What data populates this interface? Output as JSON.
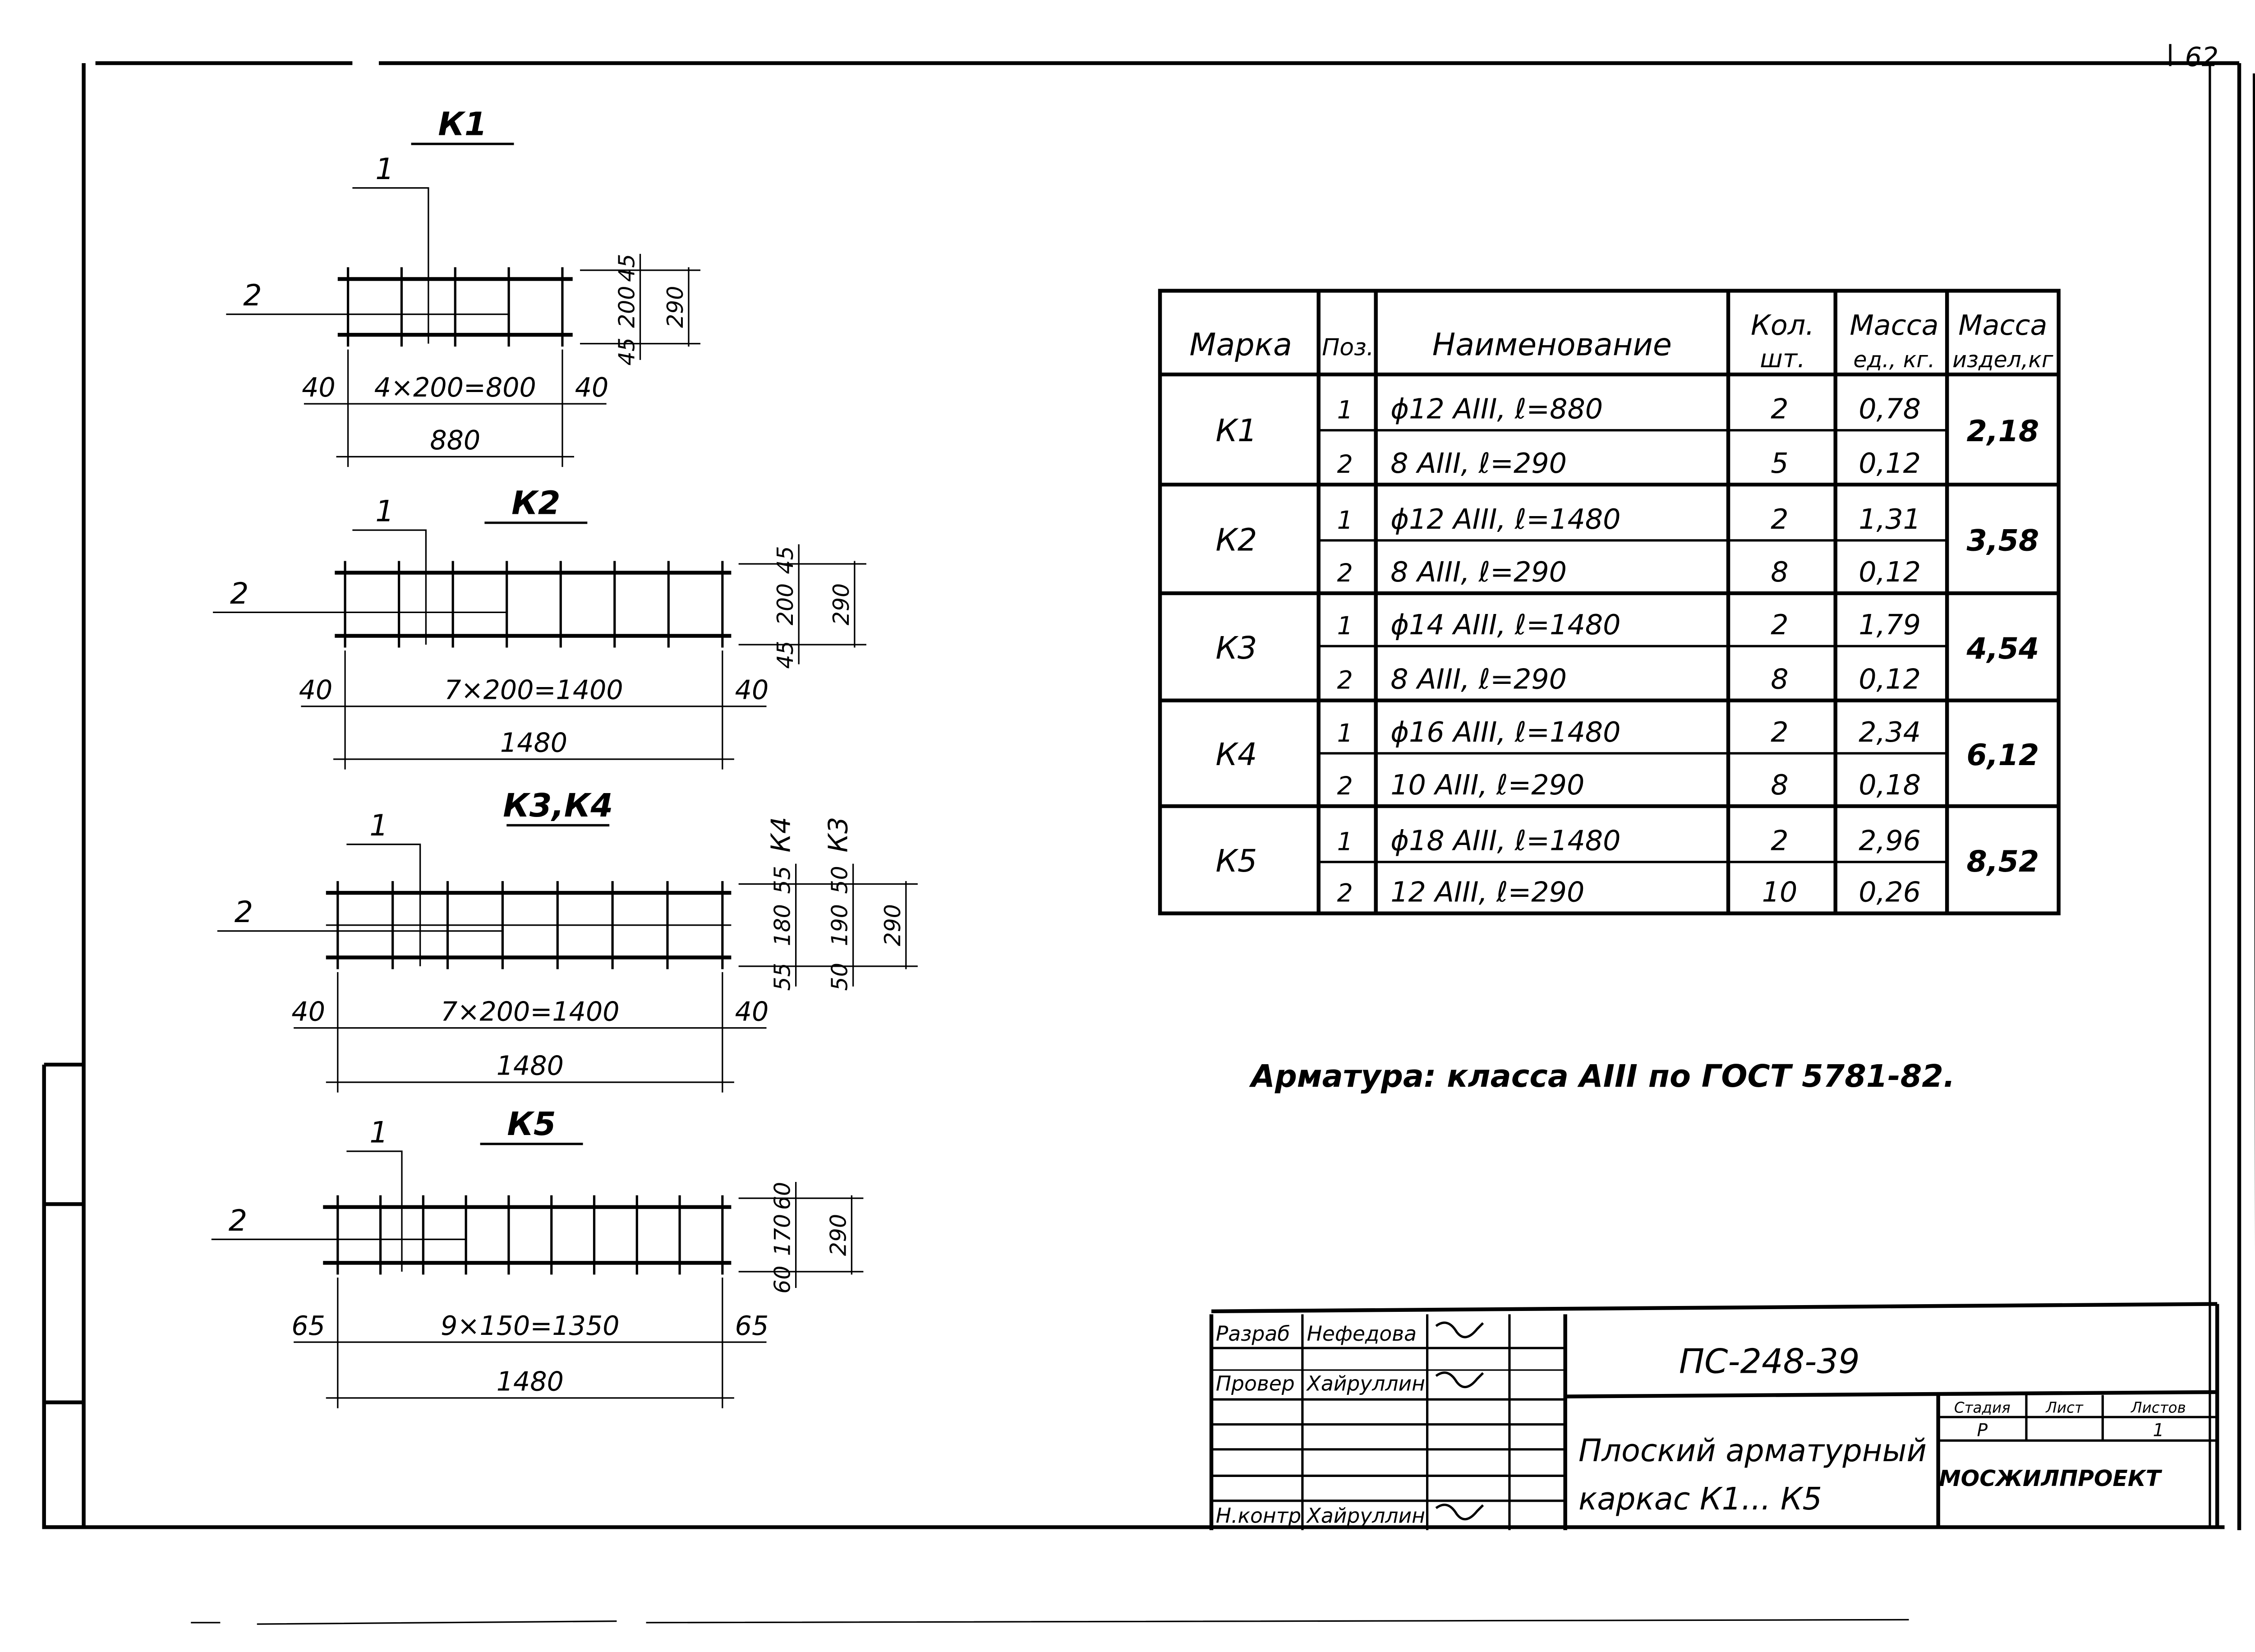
{
  "page_number": "62",
  "frames": [
    {
      "title": "К1",
      "pos1": "1",
      "pos2": "2",
      "dims_bottom": [
        "40",
        "4×200=800",
        "40"
      ],
      "overall": "880",
      "dims_side": [
        [
          "45",
          "200",
          "45"
        ]
      ],
      "side_total": "290",
      "side_marks": []
    },
    {
      "title": "К2",
      "pos1": "1",
      "pos2": "2",
      "dims_bottom": [
        "40",
        "7×200=1400",
        "40"
      ],
      "overall": "1480",
      "dims_side": [
        [
          "45",
          "200",
          "45"
        ]
      ],
      "side_total": "290",
      "side_marks": []
    },
    {
      "title": "К3,К4",
      "pos1": "1",
      "pos2": "2",
      "dims_bottom": [
        "40",
        "7×200=1400",
        "40"
      ],
      "overall": "1480",
      "dims_side": [
        [
          "55",
          "180",
          "55"
        ],
        [
          "50",
          "190",
          "50"
        ]
      ],
      "side_total": "290",
      "side_marks": [
        "К4",
        "К3"
      ]
    },
    {
      "title": "К5",
      "pos1": "1",
      "pos2": "2",
      "dims_bottom": [
        "65",
        "9×150=1350",
        "65"
      ],
      "overall": "1480",
      "dims_side": [
        [
          "60",
          "170",
          "60"
        ]
      ],
      "side_total": "290",
      "side_marks": []
    }
  ],
  "spec_table": {
    "headers": [
      "Марка",
      "Поз.",
      "Наименование",
      "Кол.",
      "шт.",
      "Масса",
      "ед., кг.",
      "Масса",
      "издел,кг"
    ],
    "groups": [
      {
        "mark": "К1",
        "total": "2,18",
        "rows": [
          {
            "pos": "1",
            "name": "ϕ12 АIII, ℓ=880",
            "qty": "2",
            "mass": "0,78"
          },
          {
            "pos": "2",
            "name": "8 АIII, ℓ=290",
            "qty": "5",
            "mass": "0,12"
          }
        ]
      },
      {
        "mark": "К2",
        "total": "3,58",
        "rows": [
          {
            "pos": "1",
            "name": "ϕ12 АIII, ℓ=1480",
            "qty": "2",
            "mass": "1,31"
          },
          {
            "pos": "2",
            "name": "8 АIII, ℓ=290",
            "qty": "8",
            "mass": "0,12"
          }
        ]
      },
      {
        "mark": "К3",
        "total": "4,54",
        "rows": [
          {
            "pos": "1",
            "name": "ϕ14 АIII, ℓ=1480",
            "qty": "2",
            "mass": "1,79"
          },
          {
            "pos": "2",
            "name": "8 АIII, ℓ=290",
            "qty": "8",
            "mass": "0,12"
          }
        ]
      },
      {
        "mark": "К4",
        "total": "6,12",
        "rows": [
          {
            "pos": "1",
            "name": "ϕ16 АIII, ℓ=1480",
            "qty": "2",
            "mass": "2,34"
          },
          {
            "pos": "2",
            "name": "10 АIII, ℓ=290",
            "qty": "8",
            "mass": "0,18"
          }
        ]
      },
      {
        "mark": "К5",
        "total": "8,52",
        "rows": [
          {
            "pos": "1",
            "name": "ϕ18 АIII, ℓ=1480",
            "qty": "2",
            "mass": "2,96"
          },
          {
            "pos": "2",
            "name": "12 АIII, ℓ=290",
            "qty": "10",
            "mass": "0,26"
          }
        ]
      }
    ]
  },
  "note": "Арматура: класса АIII по ГОСТ 5781-82.",
  "title_block": {
    "document_code": "ПС-248-39",
    "title_line1": "Плоский арматурный",
    "title_line2": "каркас К1... К5",
    "stage_headers": [
      "Стадия",
      "Лист",
      "Листов"
    ],
    "stage_value": "Р",
    "sheets_value": "1",
    "organization": "МОСЖИЛПРОЕКТ",
    "roles": [
      {
        "role": "Разраб",
        "name": "Нефедова",
        "sign": "Нефед"
      },
      {
        "role": "Провер",
        "name": "Хайруллин",
        "sign": "Хайр"
      },
      {
        "role": "",
        "name": "",
        "sign": ""
      },
      {
        "role": "",
        "name": "",
        "sign": ""
      },
      {
        "role": "",
        "name": "",
        "sign": ""
      },
      {
        "role": "Н.контр",
        "name": "Хайруллин",
        "sign": "Хайр"
      }
    ]
  }
}
